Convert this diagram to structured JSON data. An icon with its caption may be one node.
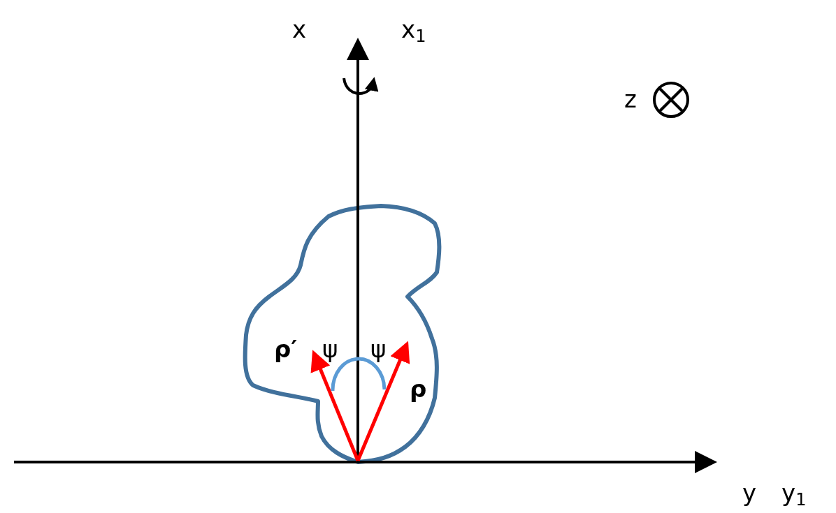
{
  "diagram": {
    "labels": [
      "x",
      "x$_{1}$",
      "z",
      "ρ′",
      "ψ",
      "ψ",
      "ρ",
      "y",
      "y$_{1}$"
    ]
  }
}
